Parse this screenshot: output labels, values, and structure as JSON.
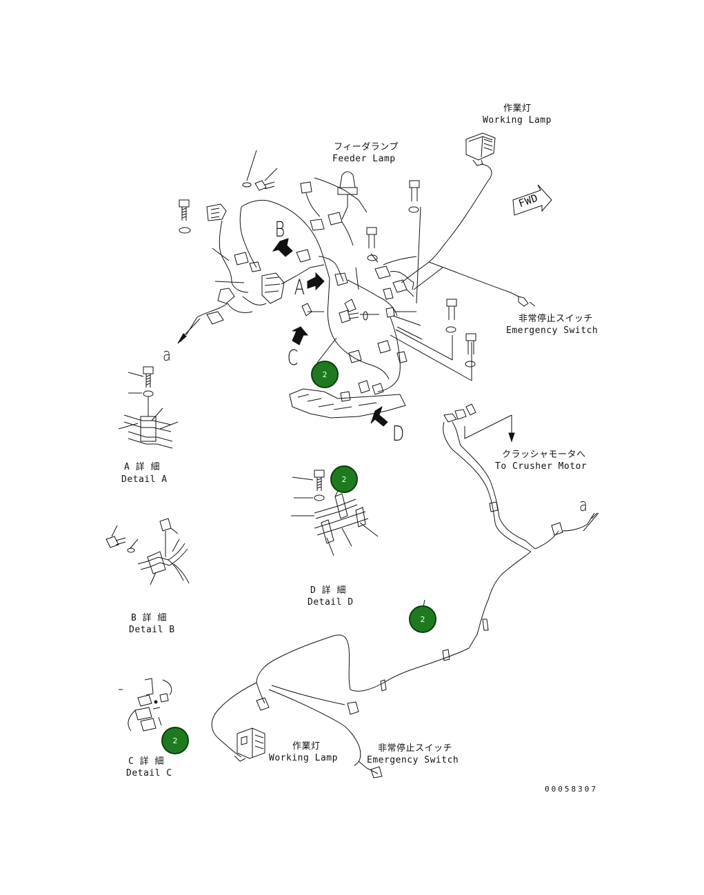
{
  "labels": {
    "working_lamp_top_jp": "作業灯",
    "working_lamp_top_en": "Working Lamp",
    "feeder_lamp_jp": "フィーダランプ",
    "feeder_lamp_en": "Feeder Lamp",
    "fwd": "FWD",
    "emergency_switch_right_jp": "非常停止スイッチ",
    "emergency_switch_right_en": "Emergency Switch",
    "crusher_motor_jp": "クラッシャモータへ",
    "crusher_motor_en": "To Crusher Motor",
    "working_lamp_bottom_jp": "作業灯",
    "working_lamp_bottom_en": "Working Lamp",
    "emergency_switch_bottom_jp": "非常停止スイッチ",
    "emergency_switch_bottom_en": "Emergency Switch"
  },
  "view_letters": {
    "a": "A",
    "b": "B",
    "c": "C",
    "d": "D",
    "a_lower_left": "a",
    "a_lower_right": "a"
  },
  "details": {
    "a_jp": "A 詳 細",
    "a_en": "Detail A",
    "b_jp": "B 詳 細",
    "b_en": "Detail B",
    "c_jp": "C 詳 細",
    "c_en": "Detail C",
    "d_jp": "D 詳 細",
    "d_en": "Detail D"
  },
  "callouts": {
    "main": "2",
    "detail_d": "2",
    "harness": "2",
    "detail_c": "2"
  },
  "document_number": "00058307",
  "colors": {
    "line": "#111111",
    "callout_fill": "#1f7a1f",
    "callout_border": "#0b3d0b"
  }
}
